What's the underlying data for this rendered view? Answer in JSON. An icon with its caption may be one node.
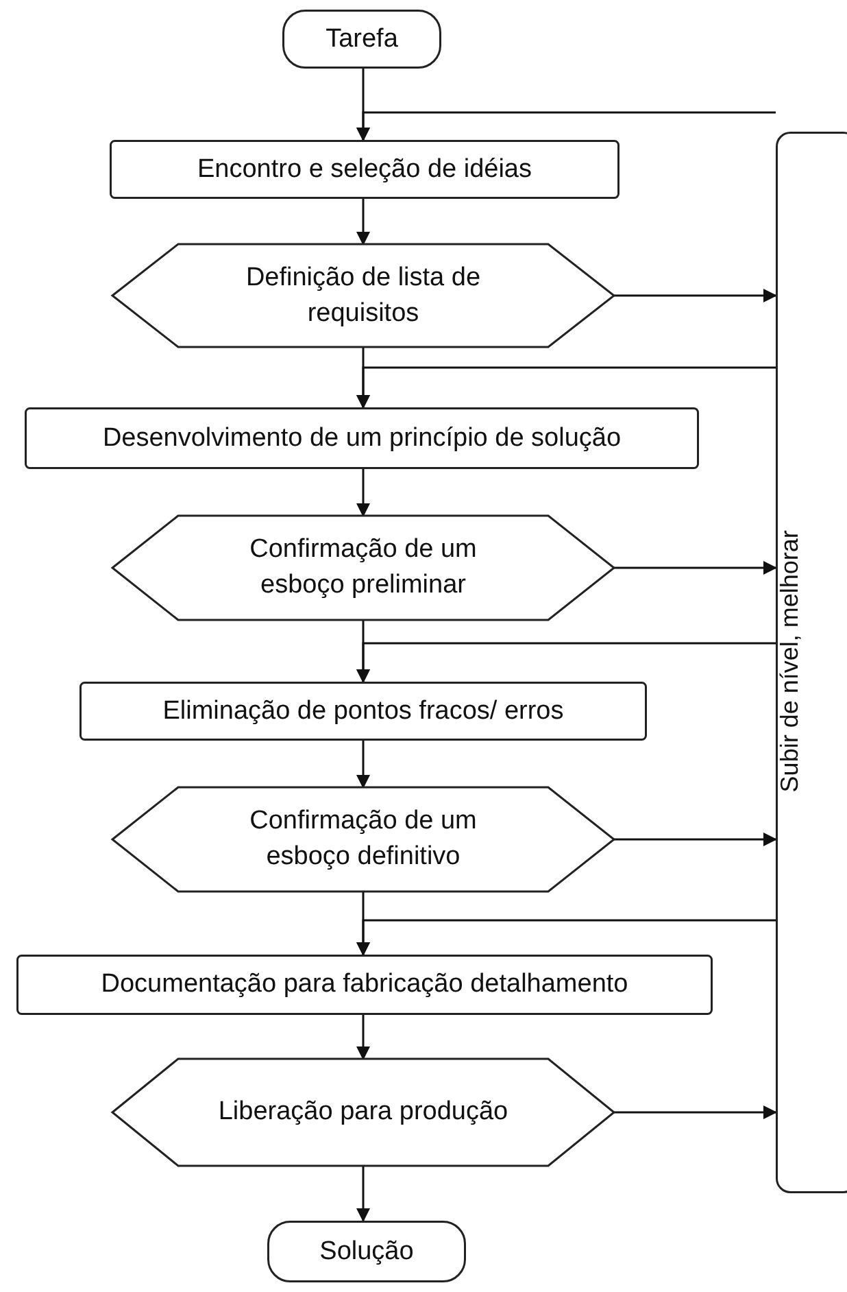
{
  "diagram": {
    "nodes": [
      {
        "text": [
          "Tarefa"
        ]
      },
      {
        "text": [
          "Encontro e seleção de idéias"
        ]
      },
      {
        "text": [
          "Definição de lista de requisitos"
        ]
      },
      {
        "text": [
          "Desenvolvimento de um princípio de solução"
        ]
      },
      {
        "text": [
          "Confirmação de um esboço preliminar"
        ]
      },
      {
        "text": [
          "Eliminação de pontos fracos/ erros"
        ]
      },
      {
        "text": [
          "Confirmação de um esboço definitivo"
        ]
      },
      {
        "text": [
          "Documentação para fabricação detalhamento"
        ]
      },
      {
        "text": [
          "Liberação para produção"
        ]
      },
      {
        "text": [
          "Solução"
        ]
      },
      {
        "text": [
          "Subir de nível, melhorar"
        ]
      }
    ],
    "edges": [
      {
        "from": 0,
        "to": 1,
        "arrow": "to"
      },
      {
        "from": 10,
        "to": 1,
        "arrow": "to"
      },
      {
        "from": 1,
        "to": 2,
        "arrow": "to"
      },
      {
        "from": 2,
        "to": 10,
        "arrow": "to"
      },
      {
        "from": 10,
        "to": 3,
        "arrow": "to"
      },
      {
        "from": 2,
        "to": 3,
        "arrow": "to"
      },
      {
        "from": 3,
        "to": 4,
        "arrow": "to"
      },
      {
        "from": 4,
        "to": 10,
        "arrow": "to"
      },
      {
        "from": 10,
        "to": 5,
        "arrow": "to"
      },
      {
        "from": 4,
        "to": 5,
        "arrow": "to"
      },
      {
        "from": 5,
        "to": 6,
        "arrow": "to"
      },
      {
        "from": 6,
        "to": 10,
        "arrow": "to"
      },
      {
        "from": 10,
        "to": 7,
        "arrow": "to"
      },
      {
        "from": 6,
        "to": 7,
        "arrow": "to"
      },
      {
        "from": 7,
        "to": 8,
        "arrow": "to"
      },
      {
        "from": 8,
        "to": 10,
        "arrow": "to"
      },
      {
        "from": 8,
        "to": 9,
        "arrow": "to"
      }
    ]
  }
}
